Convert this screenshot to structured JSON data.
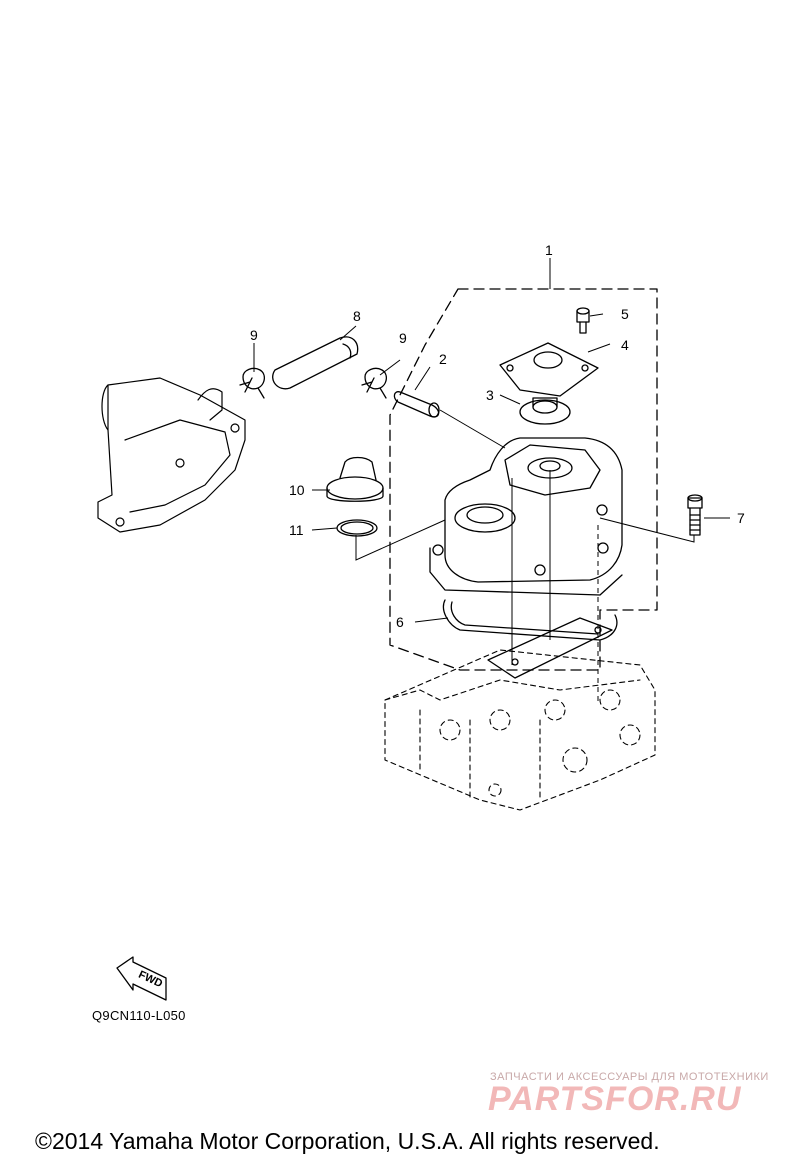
{
  "callouts": {
    "c1": "1",
    "c2": "2",
    "c3": "3",
    "c4": "4",
    "c5": "5",
    "c6": "6",
    "c7": "7",
    "c8": "8",
    "c9a": "9",
    "c9b": "9",
    "c10": "10",
    "c11": "11"
  },
  "fwd_label": "FWD",
  "diagram_code": "Q9CN110-L050",
  "watermark": {
    "tagline": "ЗАПЧАСТИ И АКСЕССУАРЫ ДЛЯ МОТОТЕХНИКИ",
    "logo": "PARTSFOR.RU"
  },
  "copyright": "©2014 Yamaha Motor Corporation, U.S.A. All rights reserved."
}
